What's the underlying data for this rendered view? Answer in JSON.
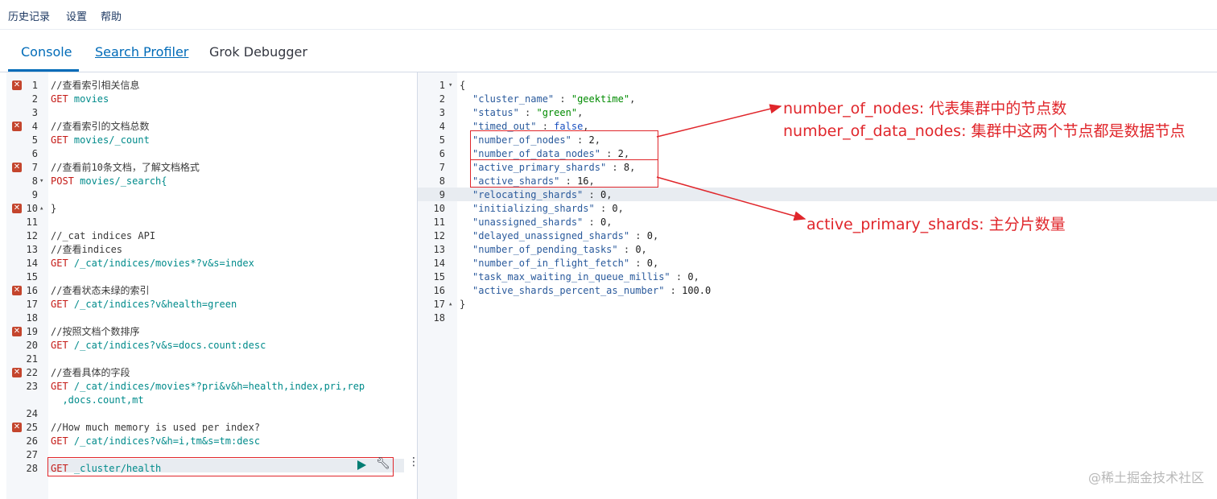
{
  "menu": {
    "history": "历史记录",
    "settings": "设置",
    "help": "帮助"
  },
  "tabs": {
    "console": "Console",
    "search_profiler": "Search Profiler",
    "grok_debugger": "Grok Debugger"
  },
  "request_lines": [
    {
      "num": "1",
      "text": "//查看索引相关信息",
      "kind": "comment",
      "error": true
    },
    {
      "num": "2",
      "text": "GET movies",
      "kind": "request",
      "error": false
    },
    {
      "num": "3",
      "text": "",
      "kind": "blank",
      "error": false
    },
    {
      "num": "4",
      "text": "//查看索引的文档总数",
      "kind": "comment",
      "error": true
    },
    {
      "num": "5",
      "text": "GET movies/_count",
      "kind": "request",
      "error": false
    },
    {
      "num": "6",
      "text": "",
      "kind": "blank",
      "error": false
    },
    {
      "num": "7",
      "text": "//查看前10条文档，了解文档格式",
      "kind": "comment",
      "error": true
    },
    {
      "num": "8",
      "text": "POST movies/_search{",
      "kind": "request",
      "error": false,
      "fold": "▾"
    },
    {
      "num": "9",
      "text": "",
      "kind": "blank",
      "error": false
    },
    {
      "num": "10",
      "text": "}",
      "kind": "punc",
      "error": true,
      "fold": "▴"
    },
    {
      "num": "11",
      "text": "",
      "kind": "blank",
      "error": false
    },
    {
      "num": "12",
      "text": "//_cat indices API",
      "kind": "comment",
      "error": false
    },
    {
      "num": "13",
      "text": "//查看indices",
      "kind": "comment",
      "error": false
    },
    {
      "num": "14",
      "text": "GET /_cat/indices/movies*?v&s=index",
      "kind": "request",
      "error": false
    },
    {
      "num": "15",
      "text": "",
      "kind": "blank",
      "error": false
    },
    {
      "num": "16",
      "text": "//查看状态未绿的索引",
      "kind": "comment",
      "error": true
    },
    {
      "num": "17",
      "text": "GET /_cat/indices?v&health=green",
      "kind": "request",
      "error": false
    },
    {
      "num": "18",
      "text": "",
      "kind": "blank",
      "error": false
    },
    {
      "num": "19",
      "text": "//按照文档个数排序",
      "kind": "comment",
      "error": true
    },
    {
      "num": "20",
      "text": "GET /_cat/indices?v&s=docs.count:desc",
      "kind": "request",
      "error": false
    },
    {
      "num": "21",
      "text": "",
      "kind": "blank",
      "error": false
    },
    {
      "num": "22",
      "text": "//查看具体的字段",
      "kind": "comment",
      "error": true
    },
    {
      "num": "23",
      "text": "GET /_cat/indices/movies*?pri&v&h=health,index,pri,rep",
      "kind": "request",
      "error": false
    },
    {
      "num": "",
      "text": "  ,docs.count,mt",
      "kind": "url",
      "error": false
    },
    {
      "num": "24",
      "text": "",
      "kind": "blank",
      "error": false
    },
    {
      "num": "25",
      "text": "//How much memory is used per index?",
      "kind": "comment",
      "error": true
    },
    {
      "num": "26",
      "text": "GET /_cat/indices?v&h=i,tm&s=tm:desc",
      "kind": "request",
      "error": false
    },
    {
      "num": "27",
      "text": "",
      "kind": "blank",
      "error": false
    },
    {
      "num": "28",
      "text": "GET _cluster/health",
      "kind": "request",
      "error": false
    }
  ],
  "response_lines": [
    {
      "num": "1",
      "fold": "▾",
      "text": "{"
    },
    {
      "num": "2",
      "key": "\"cluster_name\"",
      "val": "\"geektime\"",
      "vtype": "str"
    },
    {
      "num": "3",
      "key": "\"status\"",
      "val": "\"green\"",
      "vtype": "str"
    },
    {
      "num": "4",
      "key": "\"timed_out\"",
      "val": "false",
      "vtype": "bool"
    },
    {
      "num": "5",
      "key": "\"number_of_nodes\"",
      "val": "2",
      "vtype": "num"
    },
    {
      "num": "6",
      "key": "\"number_of_data_nodes\"",
      "val": "2",
      "vtype": "num"
    },
    {
      "num": "7",
      "key": "\"active_primary_shards\"",
      "val": "8",
      "vtype": "num"
    },
    {
      "num": "8",
      "key": "\"active_shards\"",
      "val": "16",
      "vtype": "num"
    },
    {
      "num": "9",
      "key": "\"relocating_shards\"",
      "val": "0",
      "vtype": "num"
    },
    {
      "num": "10",
      "key": "\"initializing_shards\"",
      "val": "0",
      "vtype": "num"
    },
    {
      "num": "11",
      "key": "\"unassigned_shards\"",
      "val": "0",
      "vtype": "num"
    },
    {
      "num": "12",
      "key": "\"delayed_unassigned_shards\"",
      "val": "0",
      "vtype": "num"
    },
    {
      "num": "13",
      "key": "\"number_of_pending_tasks\"",
      "val": "0",
      "vtype": "num"
    },
    {
      "num": "14",
      "key": "\"number_of_in_flight_fetch\"",
      "val": "0",
      "vtype": "num"
    },
    {
      "num": "15",
      "key": "\"task_max_waiting_in_queue_millis\"",
      "val": "0",
      "vtype": "num"
    },
    {
      "num": "16",
      "key": "\"active_shards_percent_as_number\"",
      "val": "100.0",
      "vtype": "num",
      "last": true
    },
    {
      "num": "17",
      "fold": "▴",
      "text": "}"
    },
    {
      "num": "18",
      "text": ""
    }
  ],
  "annotations": {
    "nodes_line1": "number_of_nodes: 代表集群中的节点数",
    "nodes_line2": "number_of_data_nodes: 集群中这两个节点都是数据节点",
    "shards_line": "active_primary_shards: 主分片数量"
  },
  "watermark": "@稀土掘金技术社区",
  "colors": {
    "accent": "#006bb8",
    "annotation_red": "#e0262b",
    "error_badge": "#c4452d",
    "run_button": "#017d73"
  },
  "icons": {
    "error": "error-x-icon",
    "run": "play-icon",
    "wrench": "wrench-icon",
    "menu": "vertical-dots-icon"
  }
}
